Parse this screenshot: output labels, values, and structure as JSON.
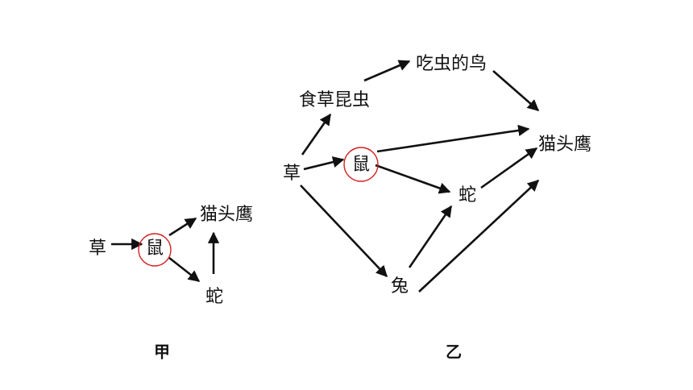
{
  "diagram_a": {
    "caption": "甲",
    "nodes": {
      "grass": "草",
      "mouse": "鼠",
      "owl": "猫头鹰",
      "snake": "蛇"
    },
    "edges": [
      [
        "grass",
        "mouse"
      ],
      [
        "mouse",
        "owl"
      ],
      [
        "mouse",
        "snake"
      ],
      [
        "snake",
        "owl"
      ]
    ],
    "highlighted_node": "mouse"
  },
  "diagram_b": {
    "caption": "乙",
    "nodes": {
      "grass": "草",
      "insect": "食草昆虫",
      "bird": "吃虫的鸟",
      "mouse": "鼠",
      "owl": "猫头鹰",
      "snake": "蛇",
      "rabbit": "兔"
    },
    "edges": [
      [
        "grass",
        "insect"
      ],
      [
        "grass",
        "mouse"
      ],
      [
        "grass",
        "rabbit"
      ],
      [
        "insect",
        "bird"
      ],
      [
        "bird",
        "owl"
      ],
      [
        "mouse",
        "owl"
      ],
      [
        "mouse",
        "snake"
      ],
      [
        "rabbit",
        "snake"
      ],
      [
        "rabbit",
        "owl"
      ],
      [
        "snake",
        "owl"
      ]
    ],
    "highlighted_node": "mouse"
  },
  "colors": {
    "edge": "#111111",
    "highlight_ring": "#d42020"
  }
}
